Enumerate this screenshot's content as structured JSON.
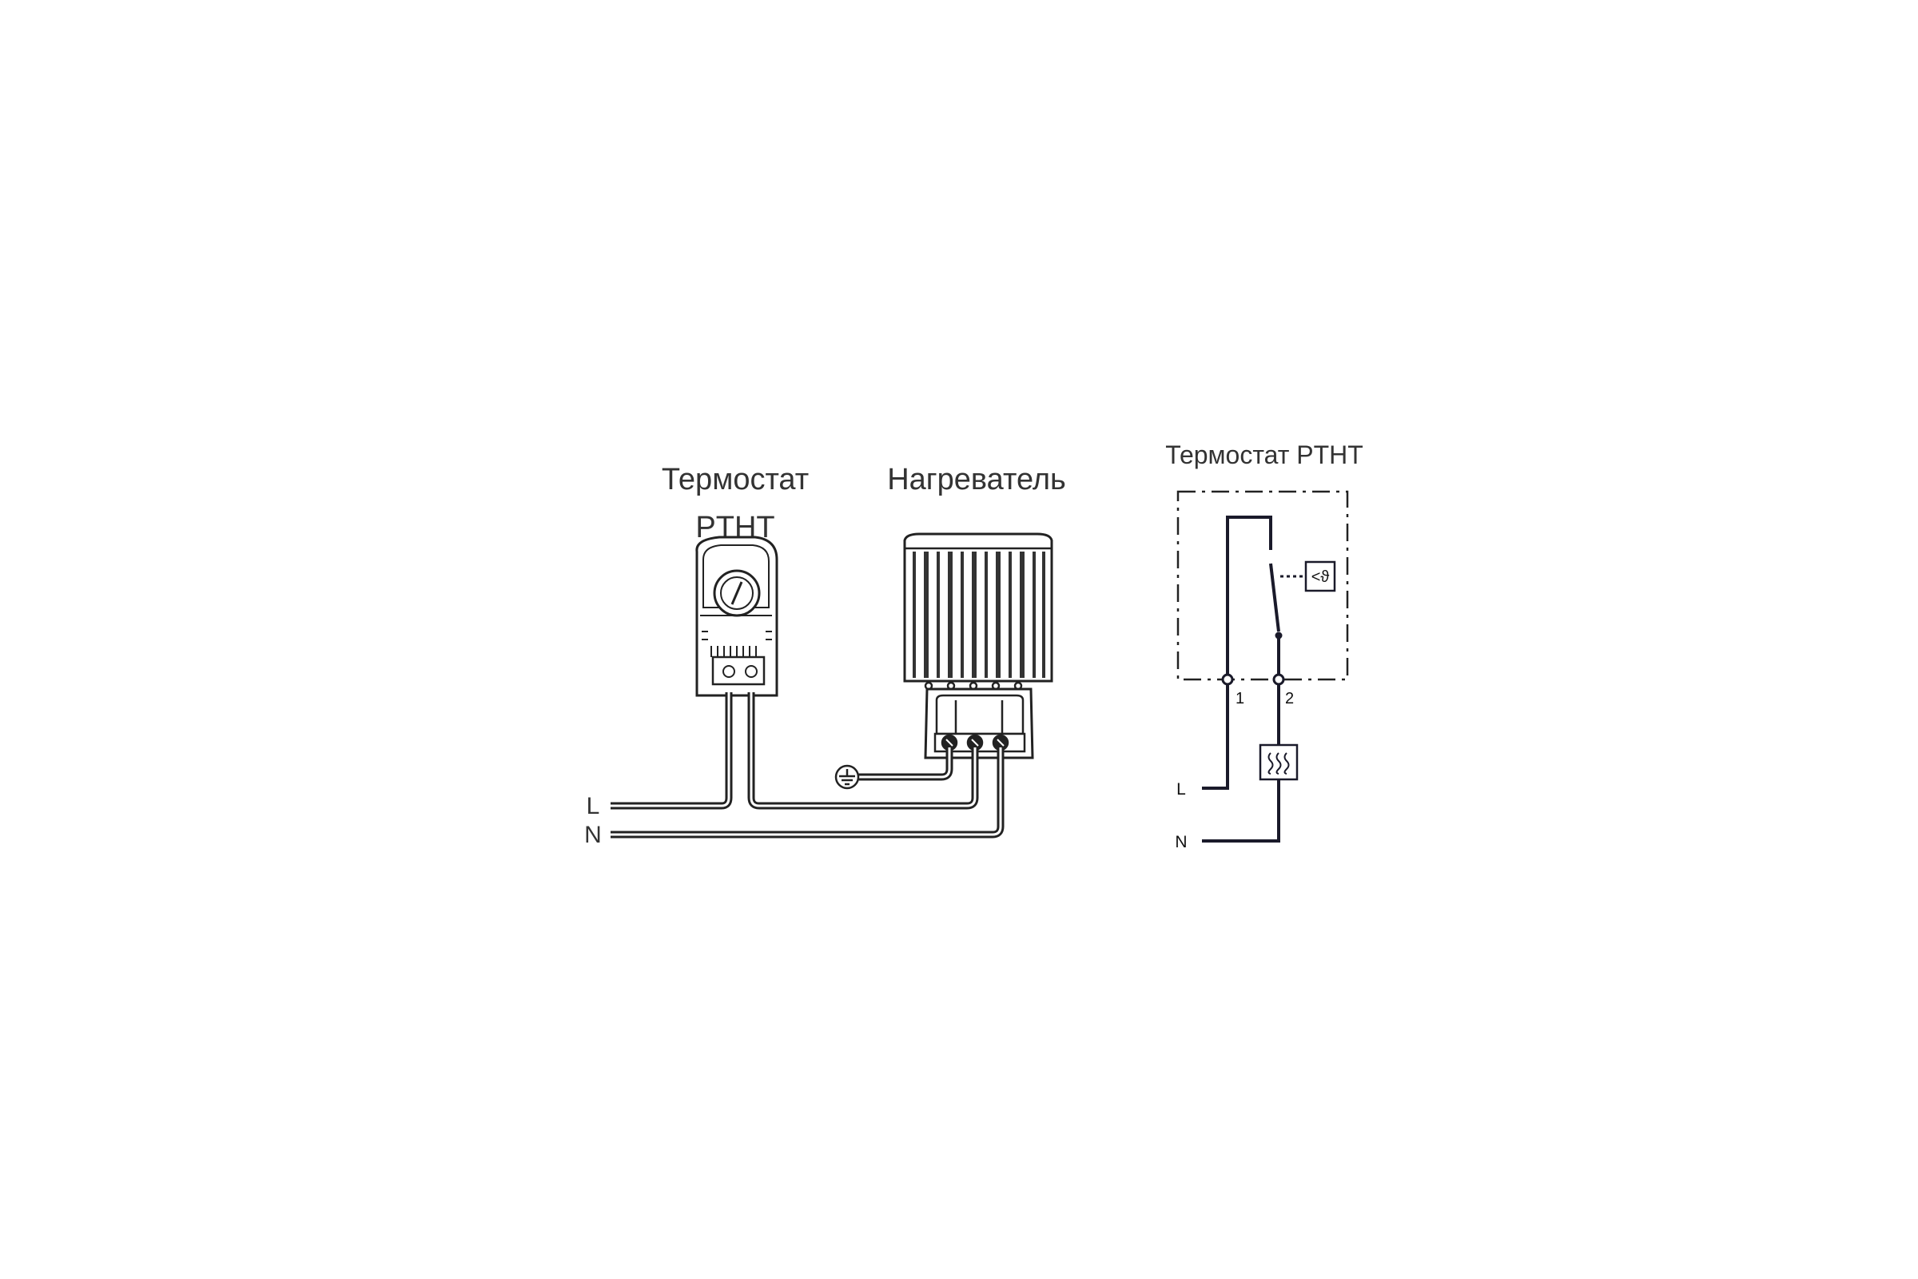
{
  "wiring": {
    "thermostat_title_line1": "Термостат",
    "thermostat_title_line2": "PTHT",
    "heater_title": "Нагреватель",
    "line_label": "L",
    "neutral_label": "N"
  },
  "schematic": {
    "title": "Термостат PTHT",
    "terminal_1": "1",
    "terminal_2": "2",
    "sensor_symbol": "<ϑ",
    "line_label": "L",
    "neutral_label": "N"
  },
  "icons": [
    "thermostat-device-icon",
    "heater-device-icon",
    "ground-icon",
    "heating-element-icon",
    "temperature-sensor-icon"
  ]
}
